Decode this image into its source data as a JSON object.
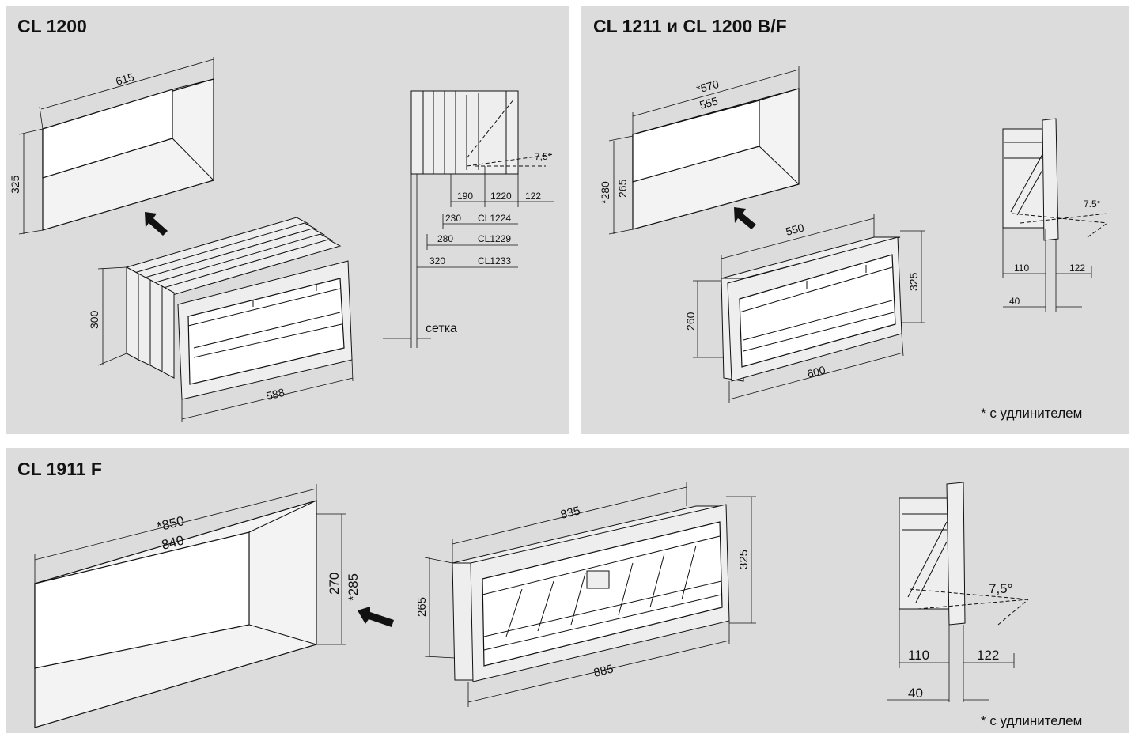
{
  "panels": {
    "p1": {
      "title": "CL 1200"
    },
    "p2": {
      "title": "CL 1211 и CL 1200 B/F",
      "note": "* с удлинителем"
    },
    "p3": {
      "title": "CL 1911 F",
      "note": "* с удлинителем"
    }
  },
  "dims": {
    "p1": {
      "niche_width": "615",
      "niche_height": "325",
      "device_height": "300",
      "device_width": "588",
      "side_7_5": "7,5°",
      "d190": "190",
      "d1220": "1220",
      "d122": "122",
      "d230": "230",
      "m1224": "CL1224",
      "d280": "280",
      "m1229": "CL1229",
      "d320": "320",
      "m1233": "CL1233",
      "grid_label": "сетка"
    },
    "p2": {
      "niche_width_ext": "*570",
      "niche_width": "555",
      "niche_height_ext": "*280",
      "niche_height": "265",
      "device_top_width": "550",
      "device_bottom_width": "600",
      "device_height_left": "260",
      "device_height_right": "325",
      "side_angle": "7.5°",
      "side_110": "110",
      "side_122": "122",
      "side_40": "40"
    },
    "p3": {
      "niche_width_ext": "*850",
      "niche_width": "840",
      "niche_height": "270",
      "niche_height_ext": "*285",
      "device_top_width": "835",
      "device_bottom_width": "885",
      "device_height_left": "265",
      "device_height_right": "325",
      "side_angle": "7,5°",
      "side_110": "110",
      "side_122": "122",
      "side_40": "40"
    }
  }
}
